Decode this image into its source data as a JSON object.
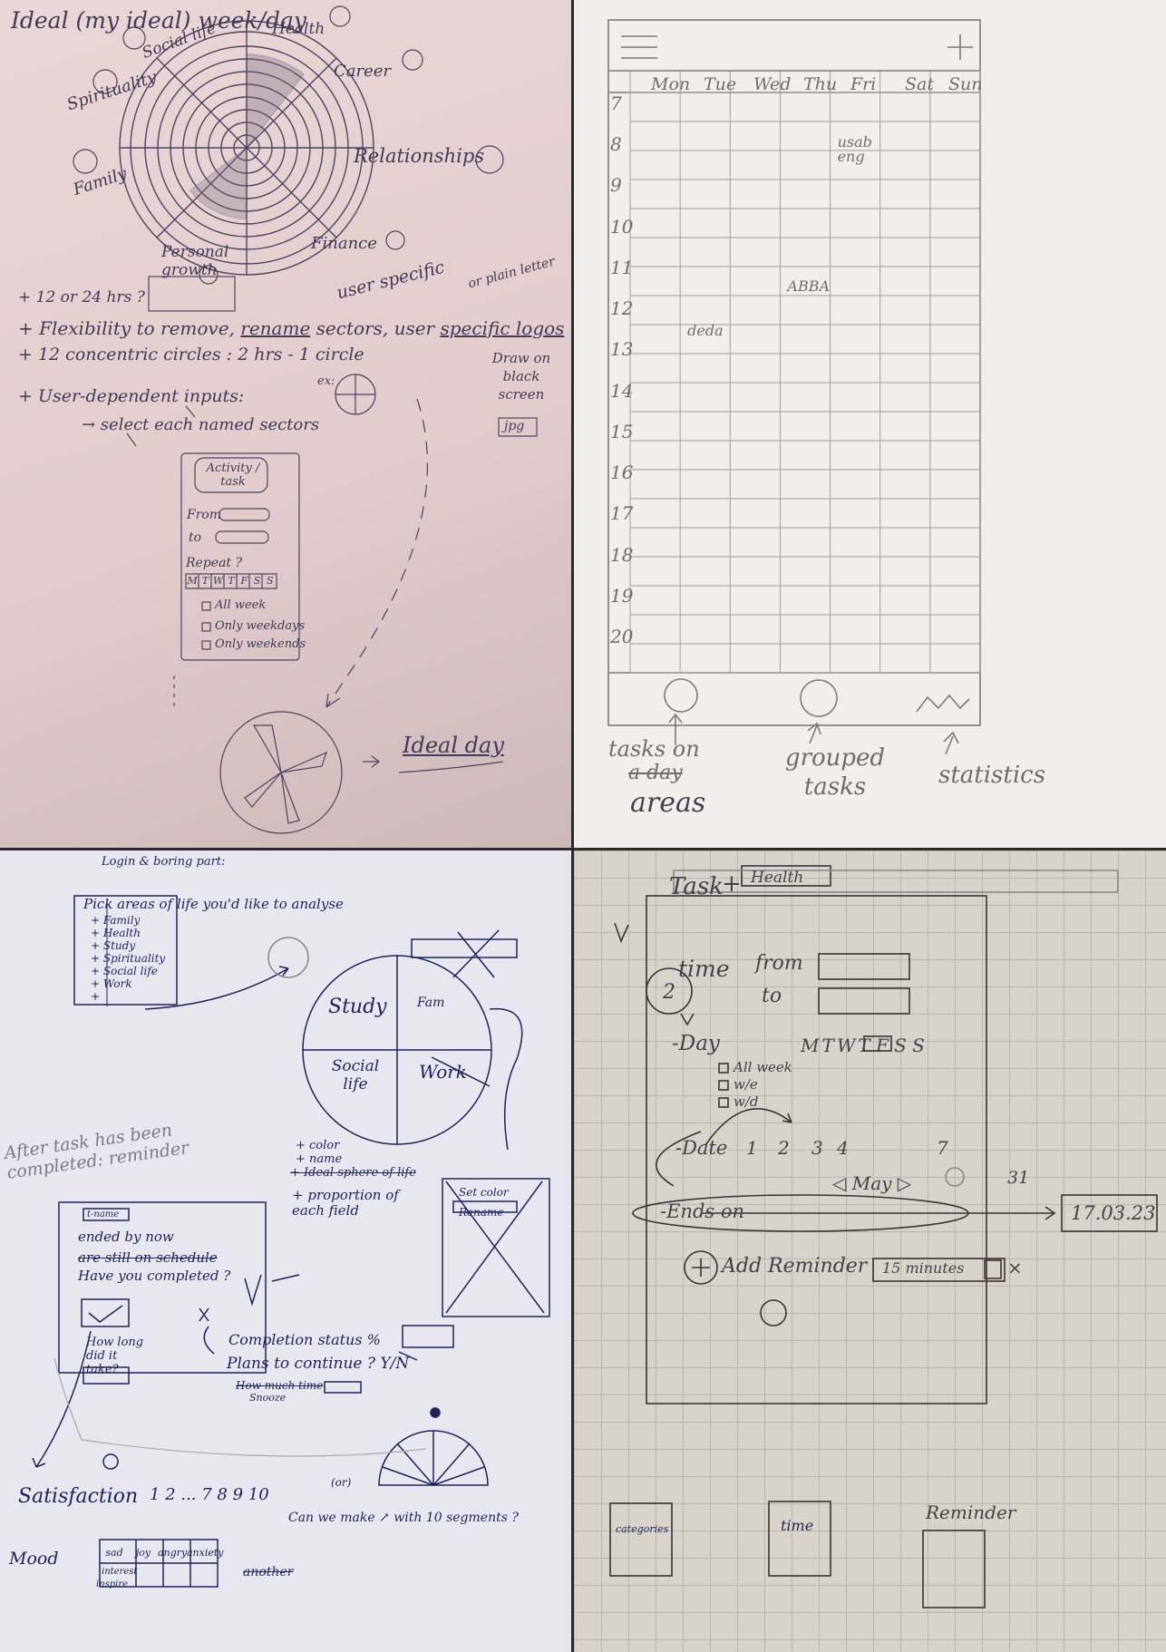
{
  "panel1": {
    "title": "Ideal (my ideal) week/day",
    "sectors": [
      "Social life",
      "Health",
      "Career",
      "Spirituality",
      "Relationships",
      "Family",
      "Finance",
      "Personal growth"
    ],
    "notes": {
      "hrs": "+ 12 or 24 hrs ?",
      "flex_a": "+ Flexibility to remove,",
      "flex_rename": "rename",
      "flex_b": "sectors, user",
      "flex_logos": "specific logos",
      "user_specific": "user specific",
      "or_plain": "or plain letter",
      "concentric": "+ 12 concentric circles : 2 hrs - 1 circle",
      "ex": "ex:",
      "inputs": "+ User-dependent inputs:",
      "select": "→ select each named sectors",
      "draw": "Draw on black screen",
      "jpg": "jpg",
      "ideal_day": "Ideal day"
    },
    "form": {
      "activity": "Activity / task",
      "from": "From",
      "to": "to",
      "repeat": "Repeat ?",
      "days": [
        "M",
        "T",
        "W",
        "T",
        "F",
        "S",
        "S"
      ],
      "options": [
        "All week",
        "Only weekdays",
        "Only weekends"
      ]
    }
  },
  "panel2": {
    "menu_icon": "hamburger-icon",
    "add_icon": "plus-icon",
    "days": [
      "Mon",
      "Tue",
      "Wed",
      "Thu",
      "Fri",
      "Sat",
      "Sun"
    ],
    "hours": [
      "7",
      "8",
      "9",
      "10",
      "11",
      "12",
      "13",
      "14",
      "15",
      "16",
      "17",
      "18",
      "19",
      "20"
    ],
    "events": [
      {
        "day": "Fri",
        "hour": 8,
        "label": "usab eng"
      },
      {
        "day": "Thu",
        "hour": 11.5,
        "label": "ABBA"
      },
      {
        "day": "Tue",
        "hour": 12.6,
        "label": "deda"
      }
    ],
    "nav": {
      "tasks_a": "tasks on",
      "tasks_b": "a day",
      "tasks_c": "areas",
      "grouped": "grouped tasks",
      "stats": "statistics"
    }
  },
  "panel3": {
    "login": "Login & boring part:",
    "pick": "Pick areas of life you'd like to analyse",
    "areas": [
      "+ Family",
      "+ Health",
      "+ Study",
      "+ Spirituality",
      "+ Social life",
      "+ Work",
      "+"
    ],
    "quadrants": [
      "Study",
      "Fam",
      "Social life",
      "Work"
    ],
    "options": {
      "color": "+ color",
      "name": "+ name",
      "ideal": "+ Ideal sphere of life",
      "prop": "+ proportion of each field"
    },
    "setcolor": "Set color",
    "rename": "Rename",
    "after": "After task has been completed: reminder",
    "tname": "t-name",
    "ended": "ended by now",
    "still": "are still on schedule",
    "completed": "Have you completed ?",
    "howlong": "How long did it take?",
    "status": "Completion status %",
    "plans": "Plans to continue ? Y/N",
    "howmuch": "How much time",
    "snooze": "Snooze",
    "satisfaction": "Satisfaction",
    "scale": "1 2 ... 7 8 9 10",
    "or": "(or)",
    "segments": "Can we make ↗ with 10 segments ?",
    "mood": "Mood",
    "mood_cols": [
      "sad",
      "joy",
      "angry",
      "anxiety"
    ],
    "mood_row2": [
      "interest",
      "inspire"
    ],
    "another": "another"
  },
  "panel4": {
    "task": "Task",
    "plus": "+",
    "health": "Health",
    "time": "time",
    "from": "from",
    "to": "to",
    "day": "-Day",
    "days": [
      "M",
      "T",
      "W",
      "T",
      "F",
      "S",
      "S"
    ],
    "checks": [
      "All week",
      "w/e",
      "w/d"
    ],
    "date": "-Date",
    "nums": [
      "1",
      "2",
      "3",
      "4",
      "7"
    ],
    "month": "◁ May ▷",
    "thirtyone": "31",
    "ends": "-Ends on",
    "enddate": "17.03.23",
    "reminder": "Add Reminder",
    "minutes": "15 minutes",
    "x": "×",
    "circle2": "2",
    "bottom": {
      "categories": "categories",
      "time": "time",
      "reminder": "Reminder"
    }
  }
}
